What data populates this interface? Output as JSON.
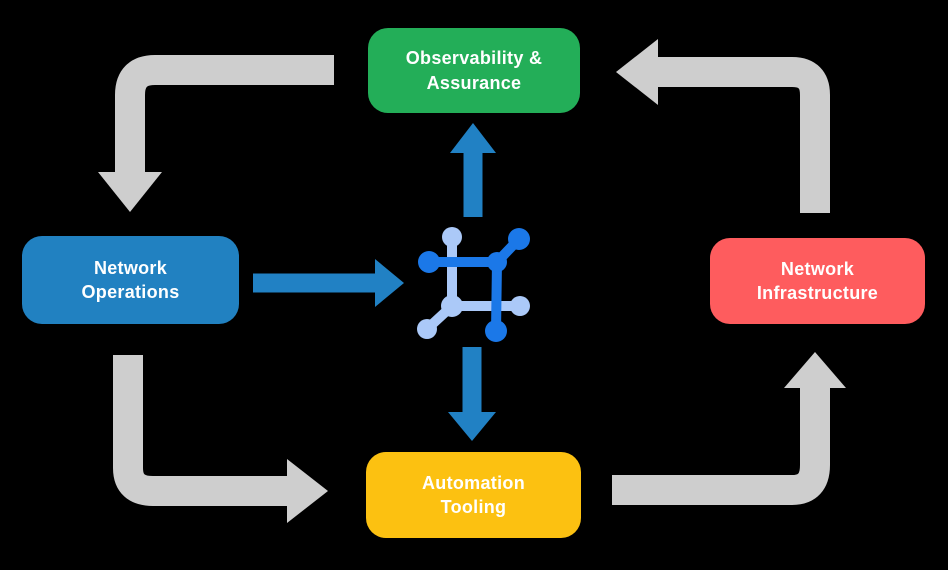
{
  "colors": {
    "green": "#23AE58",
    "blue": "#2181C1",
    "red": "#FE5C5E",
    "yellow": "#FCC111",
    "gray": "#CECECE",
    "arrow-blue": "#2181C4",
    "icon-dark": "#1B78E8",
    "icon-light": "#ABC9F8",
    "text": "#FFFFFF",
    "bg": "#000000"
  },
  "diagram": {
    "nodes": {
      "observability": {
        "label": "Observability &\nAssurance",
        "color": "#23AE58"
      },
      "operations": {
        "label": "Network\nOperations",
        "color": "#2181C1"
      },
      "infrastructure": {
        "label": "Network\nInfrastructure",
        "color": "#FE5C5E"
      },
      "automation": {
        "label": "Automation\nTooling",
        "color": "#FCC111"
      }
    },
    "center_icon": "network-fabric-icon",
    "arrows": {
      "gray_cycle": [
        {
          "from": "observability",
          "to": "operations"
        },
        {
          "from": "operations",
          "to": "automation"
        },
        {
          "from": "automation",
          "to": "infrastructure"
        },
        {
          "from": "infrastructure",
          "to": "observability"
        }
      ],
      "blue": [
        {
          "from": "operations",
          "to": "center"
        },
        {
          "from": "center",
          "to": "observability"
        },
        {
          "from": "center",
          "to": "automation"
        }
      ]
    }
  }
}
